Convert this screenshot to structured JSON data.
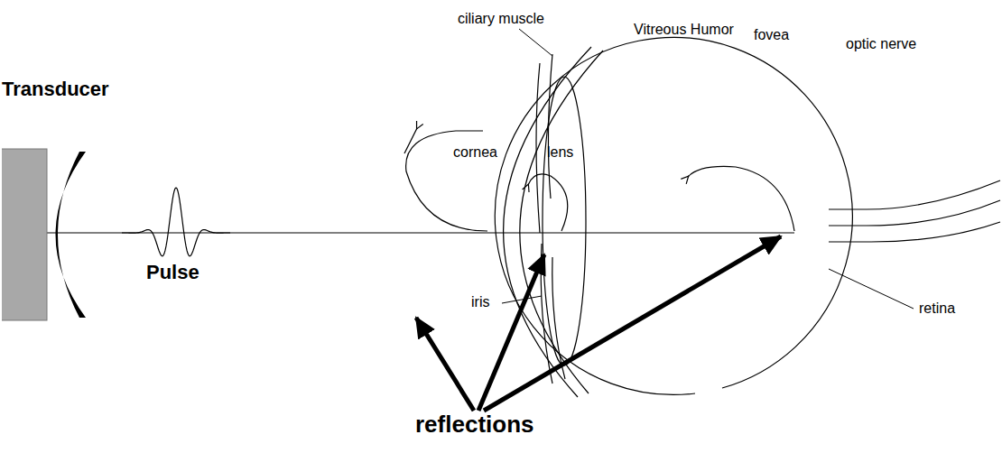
{
  "diagram": {
    "nodes": [
      {
        "text": [
          "Transducer"
        ]
      }
    ],
    "labels": [
      "ciliary muscle",
      "Vitreous Humor",
      "fovea",
      "optic nerve",
      "cornea",
      "lens",
      "Pulse",
      "iris",
      "retina",
      "reflections"
    ]
  }
}
